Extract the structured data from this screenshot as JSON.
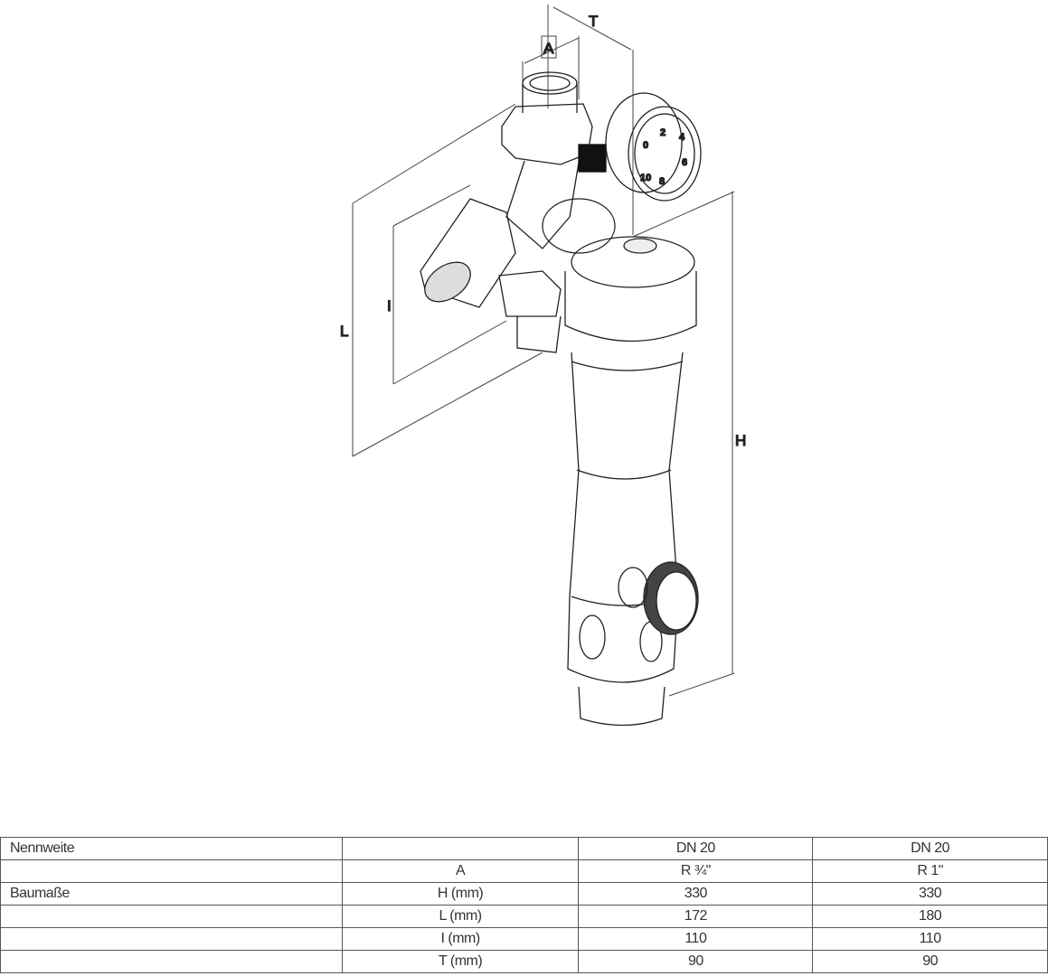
{
  "drawing": {
    "dimension_labels": {
      "T": "T",
      "A": "A",
      "L": "L",
      "I": "I",
      "H": "H"
    },
    "gauge_scale": [
      "0",
      "2",
      "4",
      "6",
      "8",
      "10"
    ]
  },
  "table": {
    "rows": [
      [
        "Nennweite",
        "",
        "DN 20",
        "DN 20"
      ],
      [
        "",
        "A",
        "R ¾\"",
        "R 1\""
      ],
      [
        "Baumaße",
        "H (mm)",
        "330",
        "330"
      ],
      [
        "",
        "L (mm)",
        "172",
        "180"
      ],
      [
        "",
        "I (mm)",
        "110",
        "110"
      ],
      [
        "",
        "T (mm)",
        "90",
        "90"
      ]
    ]
  }
}
